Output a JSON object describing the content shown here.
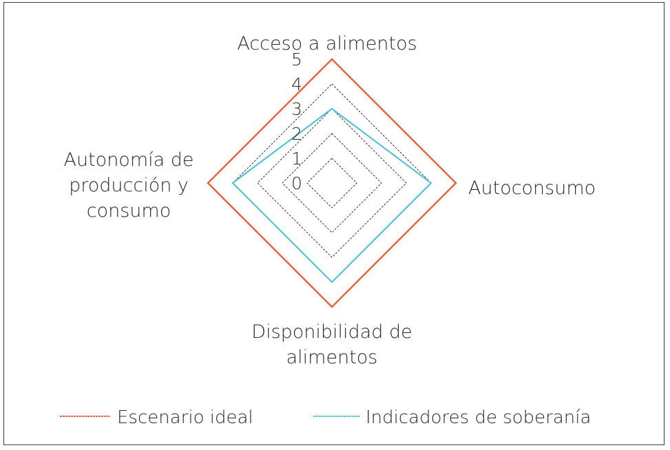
{
  "chart_data": {
    "type": "radar",
    "axes": [
      "Acceso a alimentos",
      "Autoconsumo",
      "Disponibilidad de alimentos",
      "Autonomía de producción y consumo"
    ],
    "axis_label_lines": [
      [
        "Acceso a alimentos"
      ],
      [
        "Autoconsumo"
      ],
      [
        "Disponibilidad de",
        "alimentos"
      ],
      [
        "Autonomía de",
        "producción y",
        "consumo"
      ]
    ],
    "ticks": [
      "0",
      "1",
      "2",
      "3",
      "4",
      "5"
    ],
    "range": [
      0,
      5
    ],
    "grid": true,
    "legend_position": "bottom",
    "series": [
      {
        "name": "Escenario ideal",
        "values": [
          5,
          5,
          5,
          5
        ],
        "color": "#e8643a"
      },
      {
        "name": "Indicadores de soberanía",
        "values": [
          3,
          4,
          4,
          4
        ],
        "color": "#52c3d6"
      }
    ]
  }
}
